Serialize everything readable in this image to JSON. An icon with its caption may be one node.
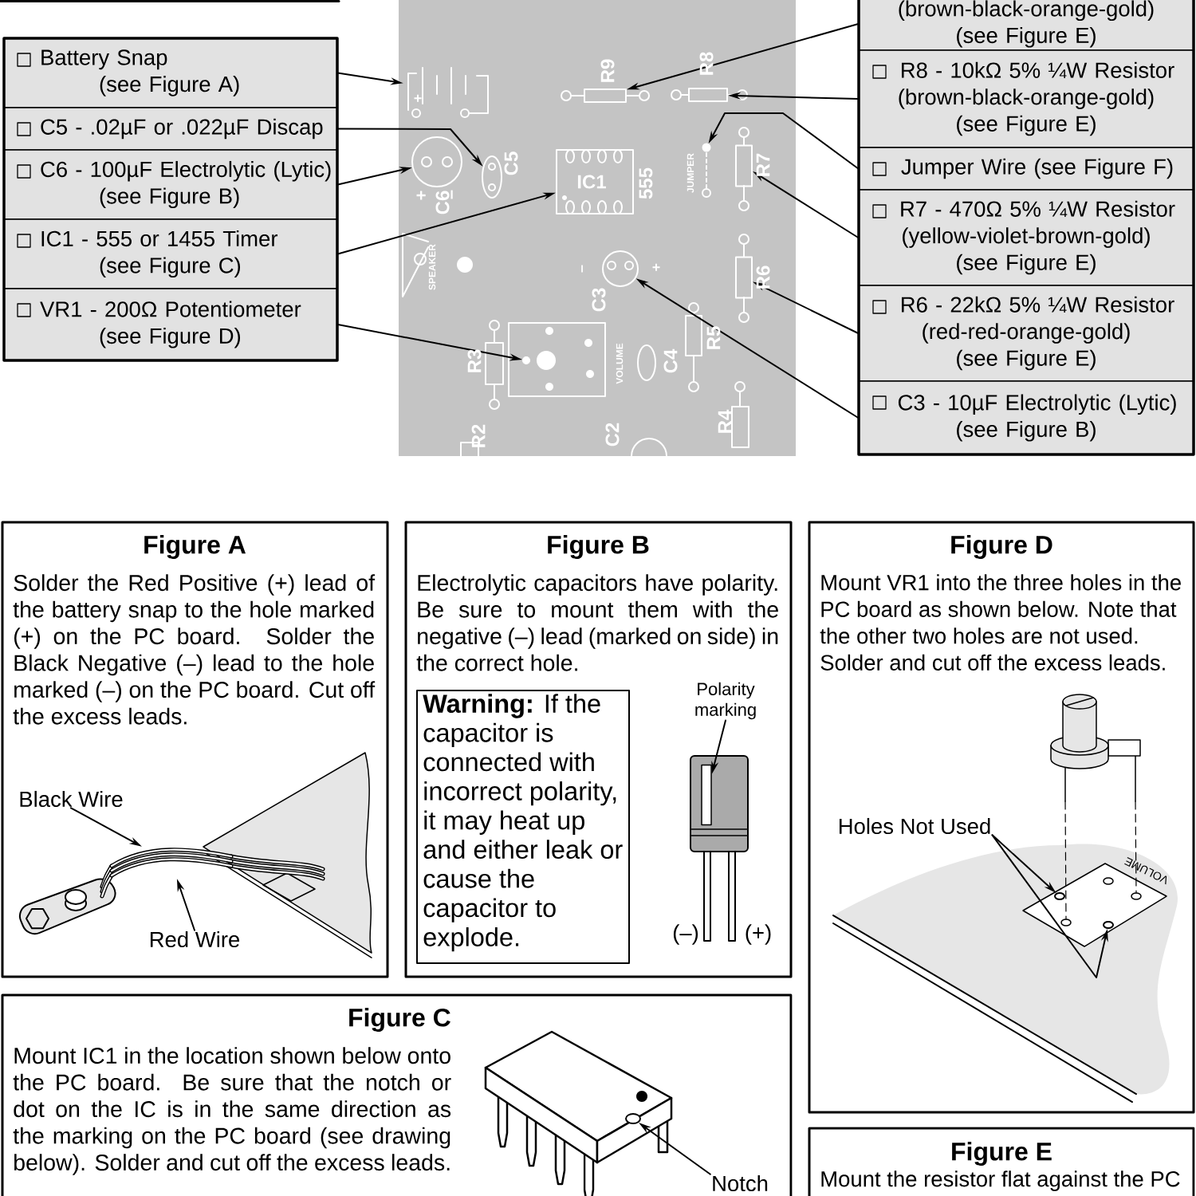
{
  "diagram": {
    "nodes": [
      {
        "text": [
          "Battery Snap",
          "(see Figure A)"
        ]
      },
      {
        "text": [
          "C5 - .02µF or .022µF Discap"
        ]
      },
      {
        "text": [
          "C6 - 100µF Electrolytic (Lytic)",
          "(see Figure B)"
        ]
      },
      {
        "text": [
          "IC1 - 555 or 1455 Timer",
          "(see Figure C)"
        ]
      },
      {
        "text": [
          "VR1 - 200Ω Potentiometer",
          "(see Figure D)"
        ]
      },
      {
        "text": [
          "(brown-black-orange-gold)",
          "(see Figure E)"
        ]
      },
      {
        "text": [
          "R8 - 10kΩ 5% ¼W Resistor",
          "(brown-black-orange-gold)",
          "(see Figure E)"
        ]
      },
      {
        "text": [
          "Jumper Wire (see Figure F)"
        ]
      },
      {
        "text": [
          "R7 - 470Ω 5% ¼W Resistor",
          "(yellow-violet-brown-gold)",
          "(see Figure E)"
        ]
      },
      {
        "text": [
          "R6 - 22kΩ 5% ¼W Resistor",
          "(red-red-orange-gold)",
          "(see Figure E)"
        ]
      },
      {
        "text": [
          "C3 - 10µF Electrolytic (Lytic)",
          "(see Figure B)"
        ]
      },
      {
        "text": [],
        "shape": "picture"
      },
      {
        "text": [],
        "shape": "circle"
      },
      {
        "text": [],
        "shape": "circle"
      },
      {
        "text": [],
        "shape": "box"
      },
      {
        "text": [],
        "shape": "circle"
      },
      {
        "text": [],
        "shape": "box"
      },
      {
        "text": [],
        "shape": "box"
      },
      {
        "text": [],
        "shape": "circle"
      },
      {
        "text": [],
        "shape": "box"
      },
      {
        "text": [],
        "shape": "box"
      },
      {
        "text": [],
        "shape": "circle"
      },
      {
        "text": [
          "Figure A",
          "Solder the Red Positive (+) lead of the battery snap to the hole marked (+) on the PC board. Solder the Black Negative (–) lead to the hole marked (–) on the PC board. Cut off the excess leads."
        ]
      },
      {
        "text": [
          "Black Wire"
        ],
        "in": 22
      },
      {
        "text": [
          "Red Wire"
        ],
        "in": 22
      },
      {
        "text": [],
        "shape": "picture",
        "in": 22
      },
      {
        "text": [
          "Figure B",
          "Electrolytic capacitors have polarity. Be sure to mount them with the negative (–) lead (marked on side) in the correct hole."
        ]
      },
      {
        "text": [
          "**Warning:** If the capacitor is connected with incorrect polarity, it may heat up and either leak or cause the capacitor to explode."
        ],
        "in": 26
      },
      {
        "text": [
          "Polarity marking"
        ],
        "in": 26
      },
      {
        "text": [],
        "shape": "bar",
        "in": 26
      },
      {
        "text": [
          "Figure D",
          "Mount VR1 into the three holes in the PC board as shown below. Note that the other two holes are not used. Solder and cut off the excess leads."
        ]
      },
      {
        "text": [
          "Holes Not Used"
        ],
        "in": 30
      },
      {
        "text": [],
        "shape": "circle",
        "in": 30
      },
      {
        "text": [],
        "shape": "circle",
        "in": 30
      },
      {
        "text": [
          "Figure C",
          "Mount IC1 in the location shown below onto the PC board. Be sure that the notch or dot on the IC is in the same direction as the marking on the PC board (see drawing below). Solder and cut off the excess leads."
        ]
      },
      {
        "text": [
          "Notch"
        ],
        "in": 34
      },
      {
        "text": [],
        "shape": "circle",
        "in": 34
      },
      {
        "text": [
          "Figure E",
          "Mount the resistor flat against the PC"
        ]
      }
    ],
    "edges": [
      {
        "from": 0,
        "to": 11,
        "arrow": "to"
      },
      {
        "from": 1,
        "to": 12,
        "arrow": "to"
      },
      {
        "from": 2,
        "to": 13,
        "arrow": "to"
      },
      {
        "from": 3,
        "to": 14,
        "arrow": "to"
      },
      {
        "from": 4,
        "to": 15,
        "arrow": "to"
      },
      {
        "from": 5,
        "to": 16,
        "arrow": "to"
      },
      {
        "from": 6,
        "to": 17,
        "arrow": "to"
      },
      {
        "from": 7,
        "to": 18,
        "arrow": "to"
      },
      {
        "from": 8,
        "to": 19,
        "arrow": "to"
      },
      {
        "from": 9,
        "to": 20,
        "arrow": "to"
      },
      {
        "from": 10,
        "to": 21,
        "arrow": "to"
      },
      {
        "from": 23,
        "to": 25,
        "arrow": "to"
      },
      {
        "from": 24,
        "to": 25,
        "arrow": "to"
      },
      {
        "from": 28,
        "to": 29,
        "arrow": "to"
      },
      {
        "from": 31,
        "to": 32,
        "arrow": "to"
      },
      {
        "from": 31,
        "to": 33,
        "arrow": "to"
      },
      {
        "from": 35,
        "to": 36,
        "arrow": "to"
      }
    ],
    "labels": [
      "+",
      "R9",
      "R8",
      "C5",
      "IC1",
      "555",
      "JUMPER",
      "R7",
      "+",
      "C6",
      "–",
      "SPEAKER",
      "–",
      "+",
      "C3",
      "R6",
      "VOLUME",
      "C4",
      "R5",
      "R3",
      "R2",
      "C2",
      "R4",
      "(–)",
      "(+)",
      "VOLUME"
    ]
  }
}
